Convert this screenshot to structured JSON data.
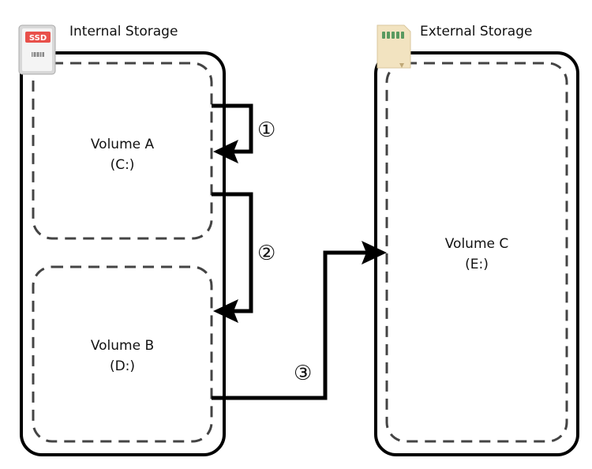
{
  "internal_storage": {
    "title": "Internal Storage",
    "icon": "ssd-icon",
    "icon_badge": "SSD",
    "volumes": [
      {
        "name": "Volume A",
        "drive": "(C:)"
      },
      {
        "name": "Volume B",
        "drive": "(D:)"
      }
    ]
  },
  "external_storage": {
    "title": "External Storage",
    "icon": "sd-card-icon",
    "volumes": [
      {
        "name": "Volume C",
        "drive": "(E:)"
      }
    ]
  },
  "steps": [
    "①",
    "②",
    "③"
  ],
  "colors": {
    "line": "#000000",
    "dash": "#444444",
    "ssd_badge": "#e8504a",
    "sd_card": "#f2e3c0",
    "sd_contacts": "#5a9a60"
  }
}
